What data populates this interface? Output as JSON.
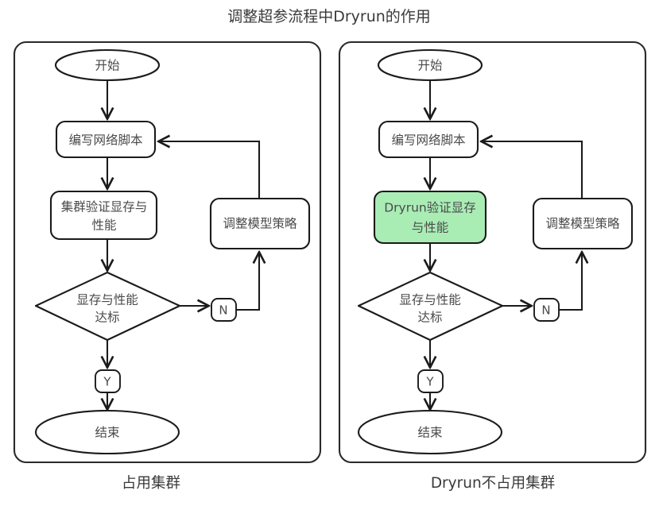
{
  "title": "调整超参流程中Dryrun的作用",
  "theme": {
    "background": "#ffffff",
    "stroke": "#1b1b1b",
    "frame_stroke": "#2a2a2a",
    "text": "#4a4a4a",
    "title_text": "#3a3a3a",
    "highlight_fill": "#a9edb5",
    "node_fill": "#ffffff"
  },
  "panels": [
    {
      "id": "left",
      "caption": "占用集群",
      "nodes": {
        "start": "开始",
        "script": "编写网络脚本",
        "validate": "集群验证显存与性能",
        "decision": "显存与性能达标",
        "no_badge": "N",
        "yes_badge": "Y",
        "adjust": "调整模型策略",
        "end": "结束"
      },
      "validate_highlighted": false
    },
    {
      "id": "right",
      "caption": "Dryrun不占用集群",
      "nodes": {
        "start": "开始",
        "script": "编写网络脚本",
        "validate": "Dryrun验证显存与性能",
        "decision": "显存与性能达标",
        "no_badge": "N",
        "yes_badge": "Y",
        "adjust": "调整模型策略",
        "end": "结束"
      },
      "validate_highlighted": true
    }
  ],
  "labels": {
    "validate_left_line1": "集群验证显存与",
    "validate_left_line2": "性能",
    "validate_right_line1": "Dryrun验证显存",
    "validate_right_line2": "与性能",
    "decision_line1": "显存与性能",
    "decision_line2": "达标"
  }
}
